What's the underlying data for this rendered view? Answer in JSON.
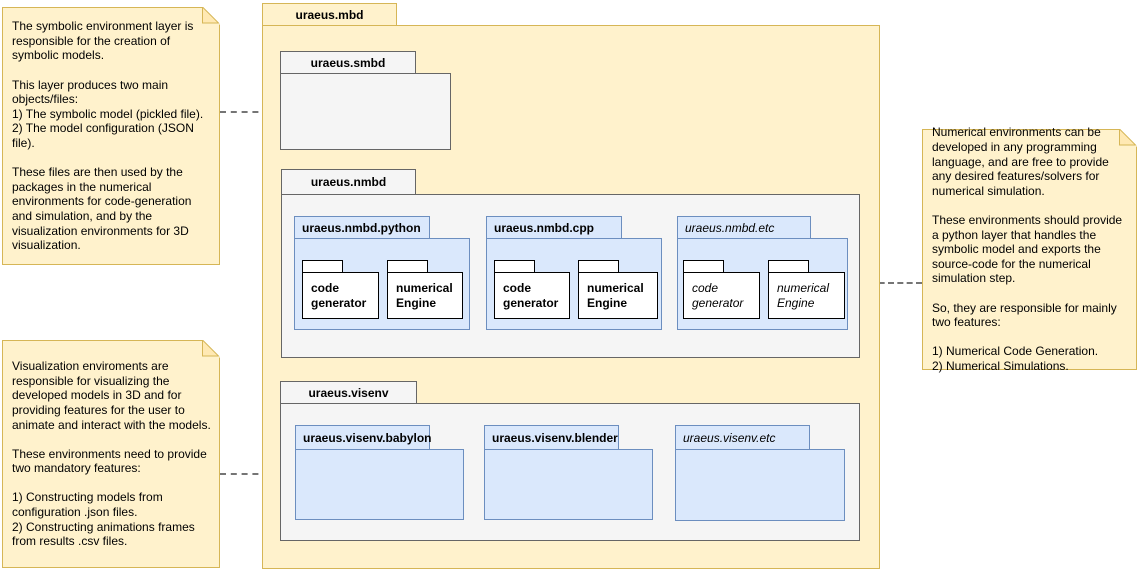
{
  "notes": {
    "symbolic": "The symbolic environment layer is responsible for the creation of symbolic models.\n\nThis layer produces two main objects/files:\n1) The symbolic model (pickled file).\n2) The model configuration (JSON file).\n\nThese files are then used by the packages in the numerical environments for code-generation and simulation, and by the visualization environments for 3D visualization.",
    "visualization": "Visualization enviroments are responsible for visualizing the developed models in 3D and for providing features for the user to animate and interact with the models.\n\nThese environments need to provide two mandatory features:\n\n1) Constructing models from configuration .json files.\n2) Constructing animations frames from results .csv files.",
    "numerical": "Numerical environments can be developed in any programming language, and are free to provide any desired features/solvers for numerical simulation.\n\nThese environments should provide a python layer that handles the symbolic model and exports the source-code for the numerical simulation step.\n\nSo, they are responsible for mainly two features:\n\n1) Numerical Code Generation.\n2) Numerical Simulations."
  },
  "packages": {
    "mbd": "uraeus.mbd",
    "smbd": "uraeus.smbd",
    "nmbd": {
      "label": "uraeus.nmbd",
      "sub": [
        {
          "label": "uraeus.nmbd.python",
          "emphasis": "bold",
          "folders": [
            "code generator",
            "numerical Engine"
          ]
        },
        {
          "label": "uraeus.nmbd.cpp",
          "emphasis": "bold",
          "folders": [
            "code generator",
            "numerical Engine"
          ]
        },
        {
          "label": "uraeus.nmbd.etc",
          "emphasis": "italic",
          "folders": [
            "code generator",
            "numerical Engine"
          ]
        }
      ]
    },
    "visenv": {
      "label": "uraeus.visenv",
      "sub": [
        {
          "label": "uraeus.visenv.babylon",
          "emphasis": "bold"
        },
        {
          "label": "uraeus.visenv.blender",
          "emphasis": "bold"
        },
        {
          "label": "uraeus.visenv.etc",
          "emphasis": "italic"
        }
      ]
    }
  },
  "colors": {
    "note_fill": "#fff2cc",
    "note_border": "#d6b656",
    "package_fill": "#f5f5f5",
    "package_border": "#666666",
    "subpackage_fill": "#dae8fc",
    "subpackage_border": "#6c8ebf",
    "folder_fill": "#ffffff",
    "folder_border": "#000000",
    "connector": "#757575",
    "arrow": "#000000"
  }
}
